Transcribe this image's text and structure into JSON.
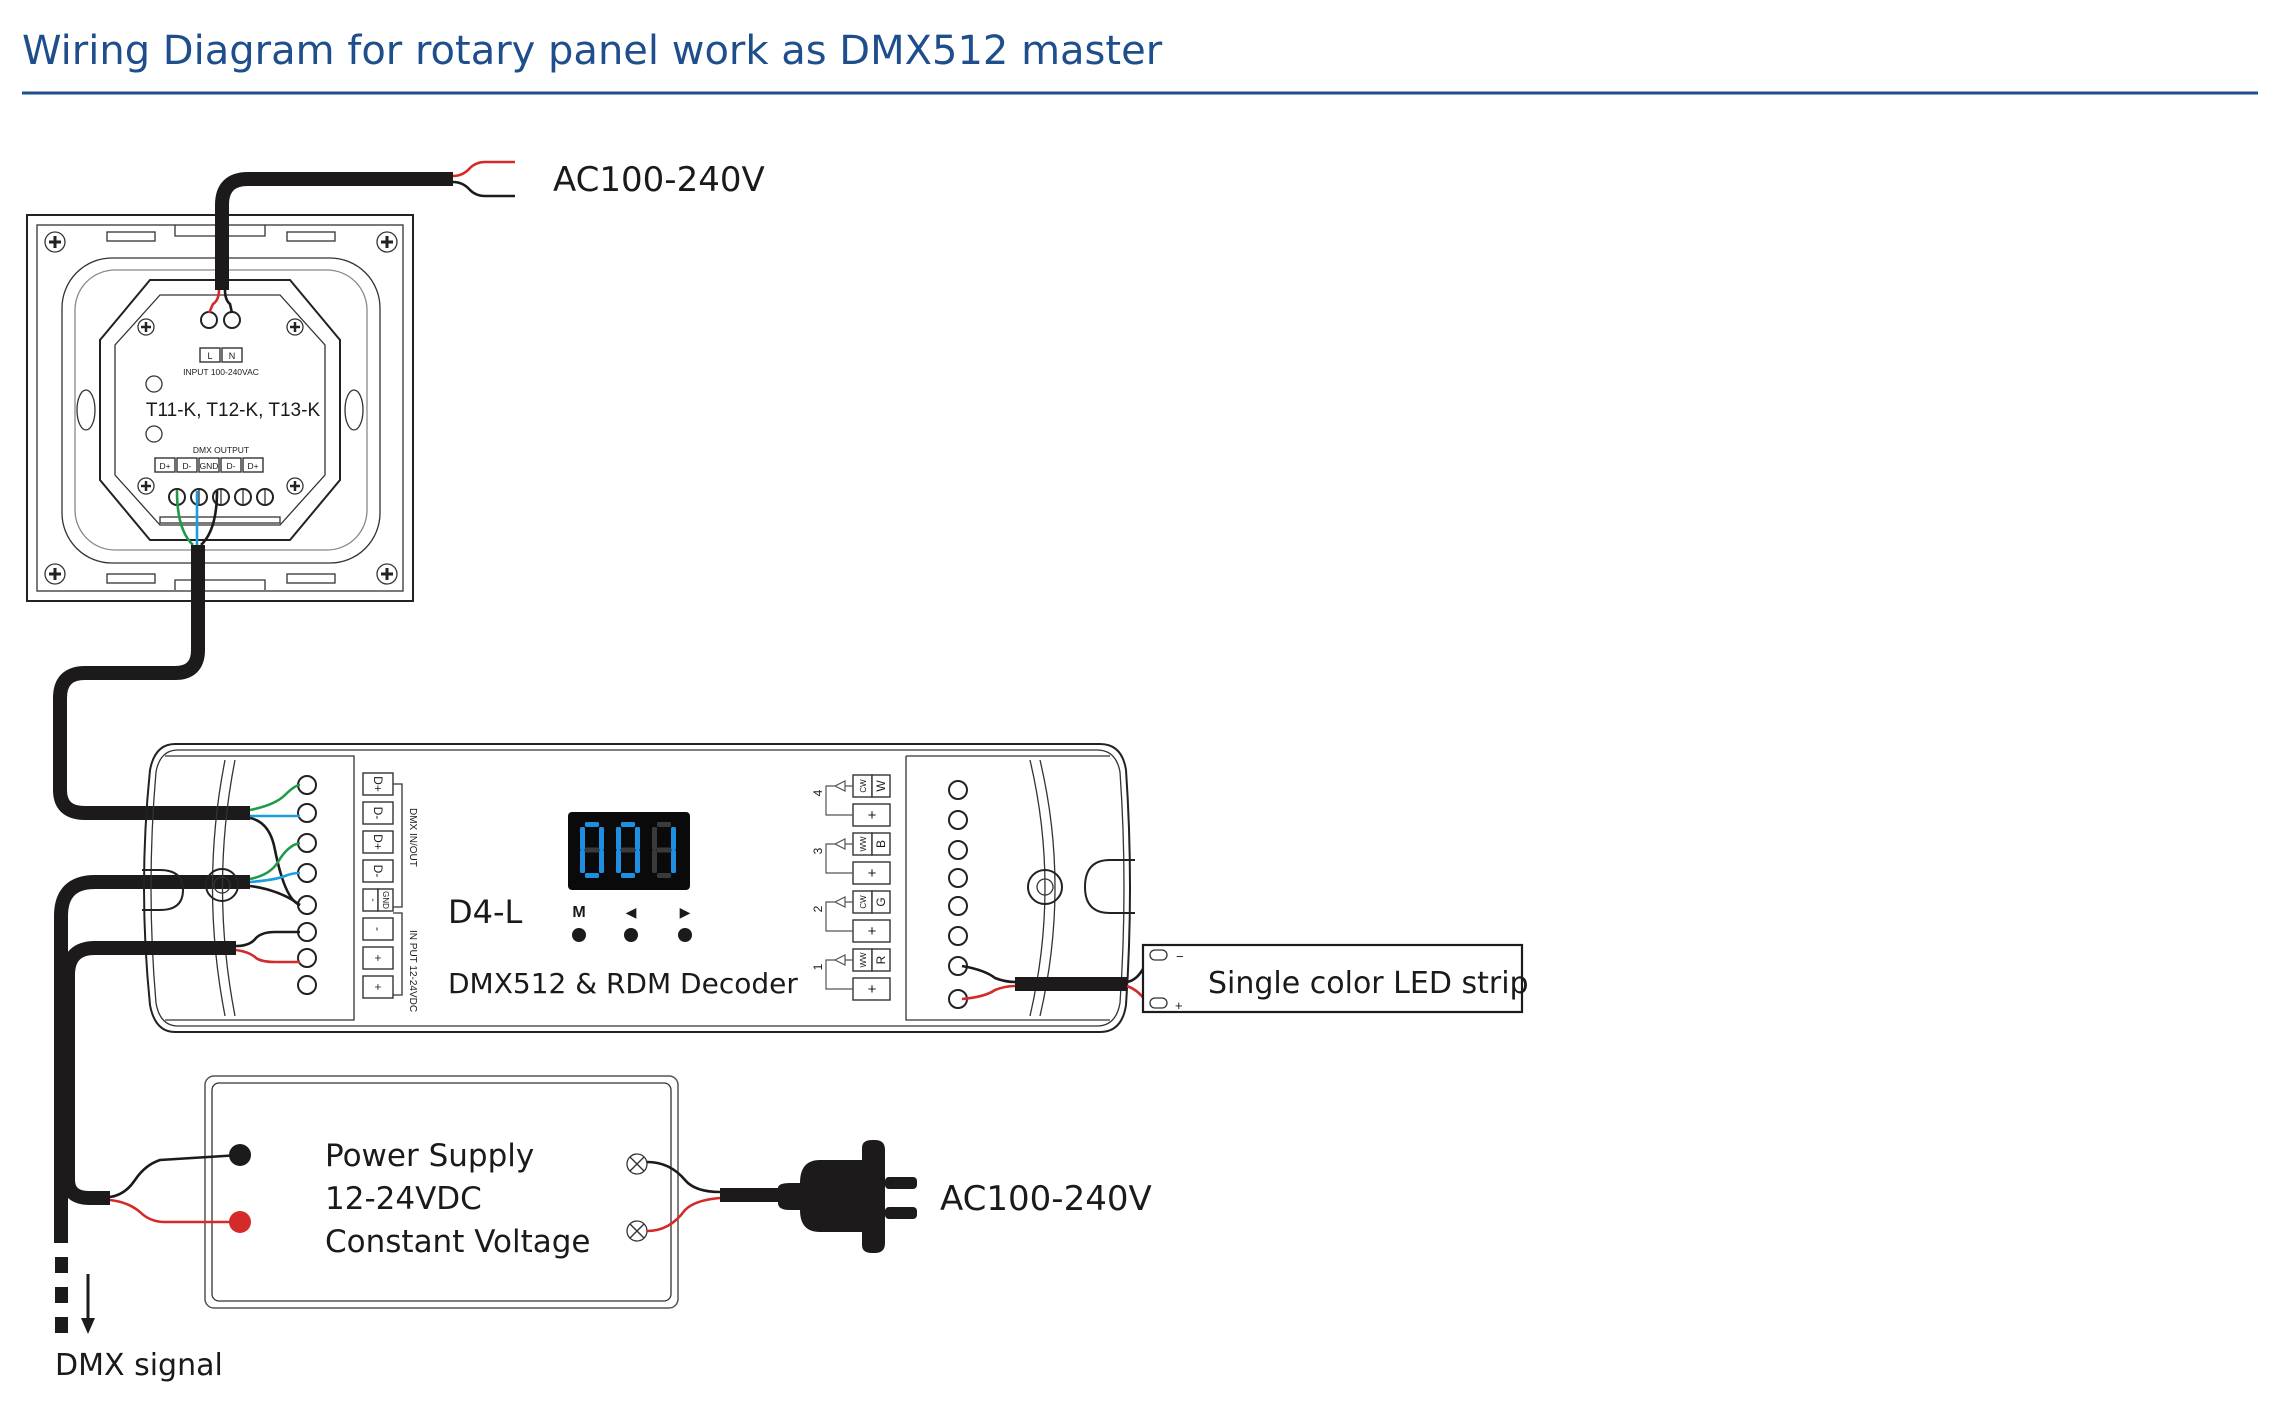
{
  "title": "Wiring Diagram for rotary panel work as DMX512 master",
  "colors": {
    "title": "#1f4e8c",
    "rule": "#1f4e8c",
    "wire_red": "#d42a2a",
    "wire_black": "#1c1a1a",
    "wire_green": "#1e9a4a",
    "wire_blue": "#1a9ee0",
    "display_bg": "#0a0a0a",
    "display_on": "#1e8fe0",
    "display_off": "#3a3a3a"
  },
  "panel": {
    "model": "T11-K, T12-K, T13-K",
    "input_label": "INPUT 100-240VAC",
    "input_terminals": [
      "L",
      "N"
    ],
    "output_label": "DMX OUTPUT",
    "output_terminals": [
      "D+",
      "D-",
      "GND",
      "D-",
      "D+"
    ],
    "mains_label": "AC100-240V"
  },
  "decoder": {
    "model": "D4-L",
    "name": "DMX512 & RDM Decoder",
    "display": "001",
    "buttons": [
      "M",
      "◀",
      "▶"
    ],
    "left_group_dmx": "DMX IN/OUT",
    "left_group_input": "IN PUT 12-24VDC",
    "left_terminals": [
      "D+",
      "D-",
      "D+",
      "D-",
      "GND",
      "-",
      "+",
      "+"
    ],
    "gnd_minus": "-",
    "channels": [
      {
        "number": "4",
        "type": "CW",
        "color": "W",
        "plus": "+"
      },
      {
        "number": "3",
        "type": "WW",
        "color": "B",
        "plus": "+"
      },
      {
        "number": "2",
        "type": "CW",
        "color": "G",
        "plus": "+"
      },
      {
        "number": "1",
        "type": "WW",
        "color": "R",
        "plus": "+"
      }
    ]
  },
  "led_strip": {
    "label": "Single color LED strip",
    "minus": "−",
    "plus": "+"
  },
  "power_supply": {
    "line1": "Power Supply",
    "line2": "12-24VDC",
    "line3": "Constant Voltage",
    "mains_label": "AC100-240V"
  },
  "dmx_signal": {
    "label": "DMX signal"
  }
}
